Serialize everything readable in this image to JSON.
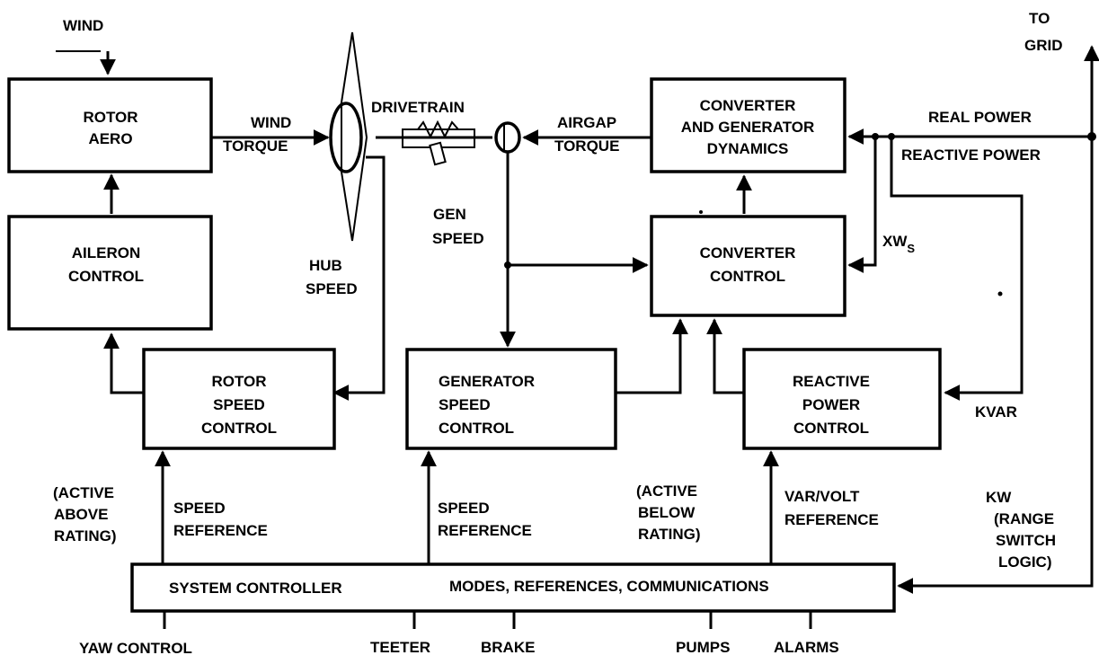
{
  "blocks": {
    "rotor_aero": [
      "ROTOR",
      "AERO"
    ],
    "aileron_control": [
      "AILERON",
      "CONTROL"
    ],
    "rotor_speed_control": [
      "ROTOR",
      "SPEED",
      "CONTROL"
    ],
    "generator_speed_control": [
      "GENERATOR",
      "SPEED",
      "CONTROL"
    ],
    "converter_generator_dynamics": [
      "CONVERTER",
      "AND GENERATOR",
      "DYNAMICS"
    ],
    "converter_control": [
      "CONVERTER",
      "CONTROL"
    ],
    "reactive_power_control": [
      "REACTIVE",
      "POWER",
      "CONTROL"
    ],
    "system_controller": "SYSTEM CONTROLLER",
    "system_controller_functions": "MODES, REFERENCES, COMMUNICATIONS"
  },
  "labels": {
    "wind": "WIND",
    "to_grid": [
      "TO",
      "GRID"
    ],
    "wind_torque": [
      "WIND",
      "TORQUE"
    ],
    "drivetrain": "DRIVETRAIN",
    "airgap_torque": [
      "AIRGAP",
      "TORQUE"
    ],
    "real_power": "REAL POWER",
    "reactive_power": "REACTIVE POWER",
    "gen_speed": [
      "GEN",
      "SPEED"
    ],
    "hub_speed": [
      "HUB",
      "SPEED"
    ],
    "xw": "XW",
    "xw_sub": "S",
    "kvar": "KVAR",
    "kw": "KW",
    "range_switch_logic": [
      "(RANGE",
      "SWITCH",
      "LOGIC)"
    ],
    "active_above_rating": [
      "(ACTIVE",
      "ABOVE",
      "RATING)"
    ],
    "active_below_rating": [
      "(ACTIVE",
      "BELOW",
      "RATING)"
    ],
    "speed_reference_1": [
      "SPEED",
      "REFERENCE"
    ],
    "speed_reference_2": [
      "SPEED",
      "REFERENCE"
    ],
    "var_volt_reference": [
      "VAR/VOLT",
      "REFERENCE"
    ]
  },
  "outputs": [
    "YAW CONTROL",
    "TEETER",
    "BRAKE",
    "PUMPS",
    "ALARMS"
  ]
}
